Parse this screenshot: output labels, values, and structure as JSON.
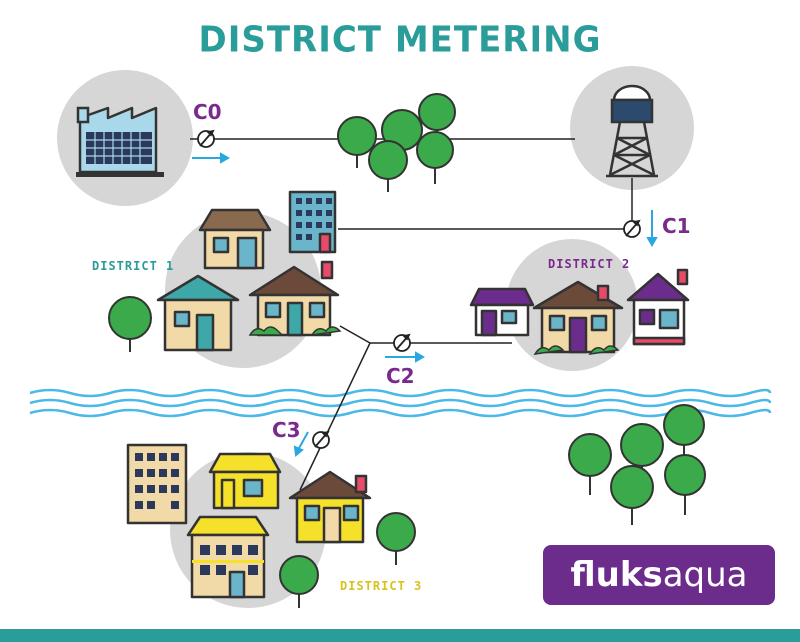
{
  "title": "DISTRICT METERING",
  "meters": {
    "c0": "C0",
    "c1": "C1",
    "c2": "C2",
    "c3": "C3"
  },
  "districts": {
    "d1": "DISTRICT 1",
    "d2": "DISTRICT 2",
    "d3": "DISTRICT 3"
  },
  "logo": {
    "bold": "fluks",
    "regular": "aqua"
  },
  "colors": {
    "teal": "#2a9d9a",
    "purple": "#7a2a8c",
    "gold": "#d9c21a",
    "flow_arrow": "#29a8e0",
    "circle_bg": "#d6d6d6",
    "tree_green": "#3aaa4a",
    "river": "#4ab8e8"
  }
}
